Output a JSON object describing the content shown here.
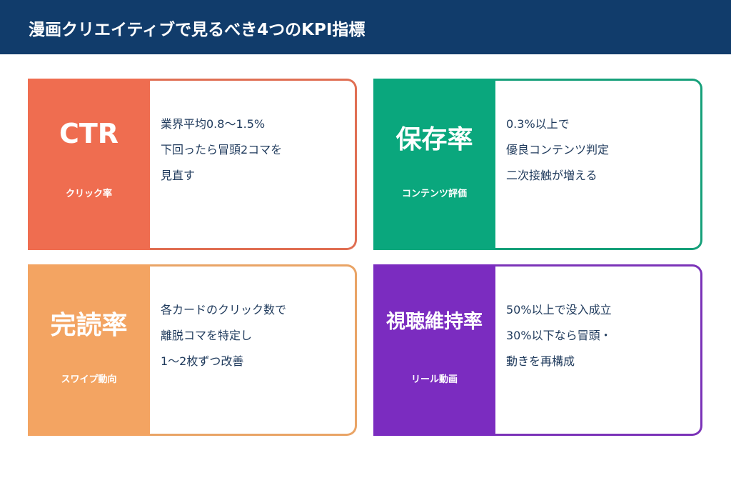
{
  "header": {
    "title": "漫画クリエイティブで見るべき4つのKPI指標"
  },
  "colors": {
    "header_bg": "#113c6b",
    "ctr": "#ef6d50",
    "save": "#0aa77d",
    "completion": "#f3a462",
    "retention": "#7b2cc0"
  },
  "cards": [
    {
      "title": "CTR",
      "subtitle": "クリック率",
      "lines": [
        "業界平均0.8〜1.5%",
        "下回ったら冒頭2コマを",
        "見直す"
      ]
    },
    {
      "title": "保存率",
      "subtitle": "コンテンツ評価",
      "lines": [
        "0.3%以上で",
        "優良コンテンツ判定",
        "二次接触が増える"
      ]
    },
    {
      "title": "完読率",
      "subtitle": "スワイプ動向",
      "lines": [
        "各カードのクリック数で",
        "離脱コマを特定し",
        "1〜2枚ずつ改善"
      ]
    },
    {
      "title": "視聴維持率",
      "subtitle": "リール動画",
      "lines": [
        "50%以上で没入成立",
        "30%以下なら冒頭・",
        "動きを再構成"
      ]
    }
  ]
}
